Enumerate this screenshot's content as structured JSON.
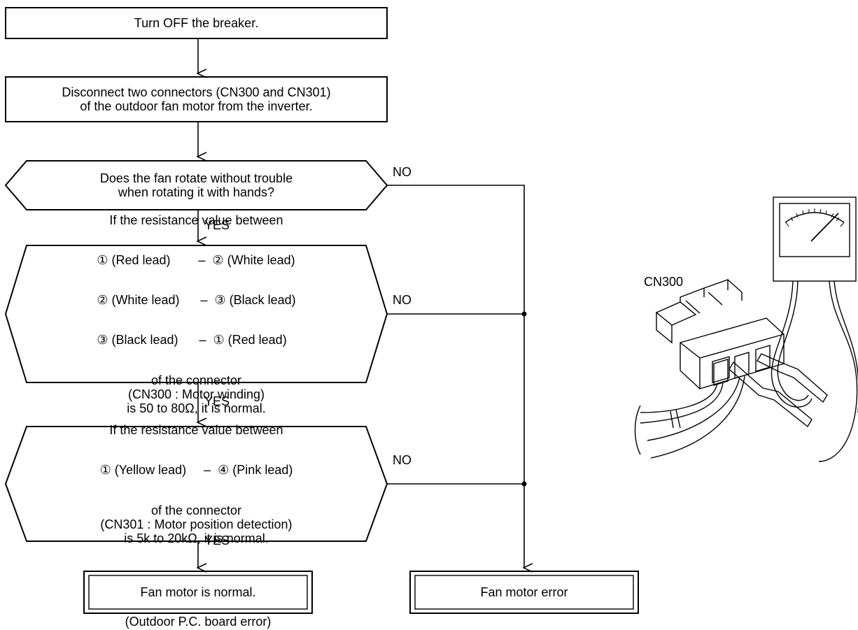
{
  "flowchart": {
    "step_breaker": "Turn OFF the breaker.",
    "step_disconnect": [
      "Disconnect two connectors (CN300 and CN301)",
      "of the outdoor fan motor from the inverter."
    ],
    "decision_rotate": [
      "Does the fan rotate without trouble",
      "when rotating it with hands?"
    ],
    "decision_cn300": {
      "intro": "If the resistance value between",
      "leads": [
        "① (Red lead)        –  ② (White lead)",
        "② (White lead)      –  ③ (Black lead)",
        "③ (Black lead)      –  ① (Red lead)"
      ],
      "outro": [
        "of the connector",
        "(CN300 : Motor winding)",
        "is 50 to 80Ω, it is normal."
      ]
    },
    "decision_cn301": {
      "intro": "If the resistance value between",
      "leads": [
        "① (Yellow lead)     –  ④ (Pink lead)"
      ],
      "outro": [
        "of the connector",
        "(CN301 : Motor position detection)",
        "is 5k to 20kΩ, it is normal."
      ]
    },
    "result_normal": "Fan motor is normal.",
    "result_normal_note": "(Outdoor P.C. board error)",
    "result_error": "Fan motor error",
    "yes_label": "YES",
    "no_label": "NO"
  },
  "illustration": {
    "connector_label": "CN300",
    "icons": [
      "tester-meter-icon",
      "connector-cn300-icon",
      "test-probe-icon"
    ]
  }
}
